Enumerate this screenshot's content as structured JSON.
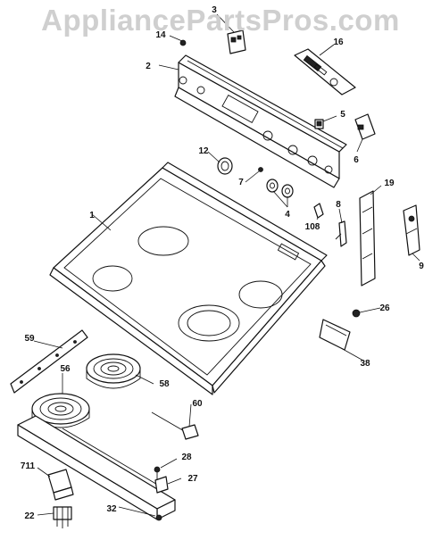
{
  "watermark": {
    "text": "AppliancePartsPros.com"
  },
  "callouts": {
    "c1": "1",
    "c2": "2",
    "c3": "3",
    "c4": "4",
    "c5": "5",
    "c6": "6",
    "c7": "7",
    "c8": "8",
    "c9": "9",
    "c12": "12",
    "c14": "14",
    "c16": "16",
    "c19": "19",
    "c22": "22",
    "c26": "26",
    "c27": "27",
    "c28": "28",
    "c32": "32",
    "c38": "38",
    "c56": "56",
    "c58": "58",
    "c59": "59",
    "c60": "60",
    "c108": "108",
    "c711": "711"
  }
}
